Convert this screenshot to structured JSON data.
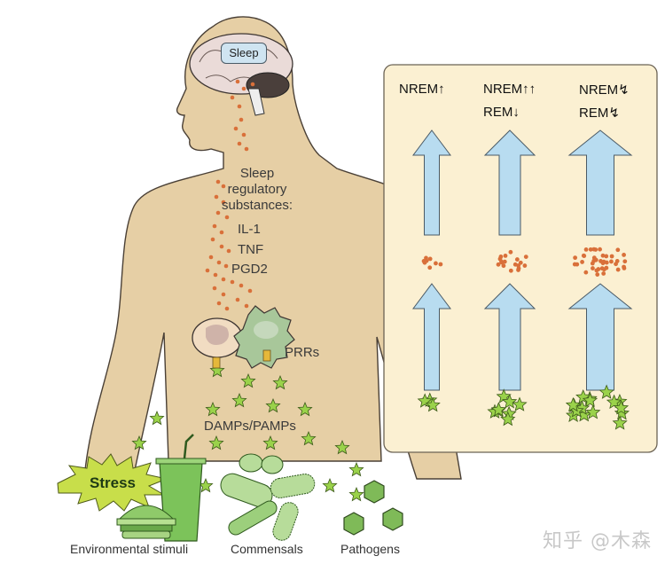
{
  "figure": {
    "brain_label": "Sleep",
    "substances_heading": [
      "Sleep",
      "regulatory",
      "substances:"
    ],
    "substances": [
      "IL-1",
      "TNF",
      "PGD2"
    ],
    "receptor_label": "PRRs",
    "signals_label": "DAMPs/PAMPs",
    "stress_label": "Stress",
    "captions": {
      "environmental": "Environmental stimuli",
      "commensals": "Commensals",
      "pathogens": "Pathogens"
    },
    "watermark": "知乎 @木森"
  },
  "panel": {
    "columns": [
      {
        "nrem": "NREM",
        "nrem_change": "↑",
        "rem": "",
        "rem_change": "",
        "signal_level": "low",
        "substance_level": "low"
      },
      {
        "nrem": "NREM",
        "nrem_change": "↑↑",
        "rem": "REM",
        "rem_change": "↓",
        "signal_level": "medium",
        "substance_level": "medium"
      },
      {
        "nrem": "NREM",
        "nrem_change": "↯",
        "rem": "REM",
        "rem_change": "↯",
        "signal_level": "high",
        "substance_level": "high"
      }
    ]
  },
  "colors": {
    "skin": "#e6cfa5",
    "skin_outline": "#4a4036",
    "panel_bg": "#fbf0d2",
    "arrow_fill": "#b8dcf0",
    "dot": "#d9703a",
    "star": "#9ad24a",
    "microbe": "#a9d68a"
  }
}
